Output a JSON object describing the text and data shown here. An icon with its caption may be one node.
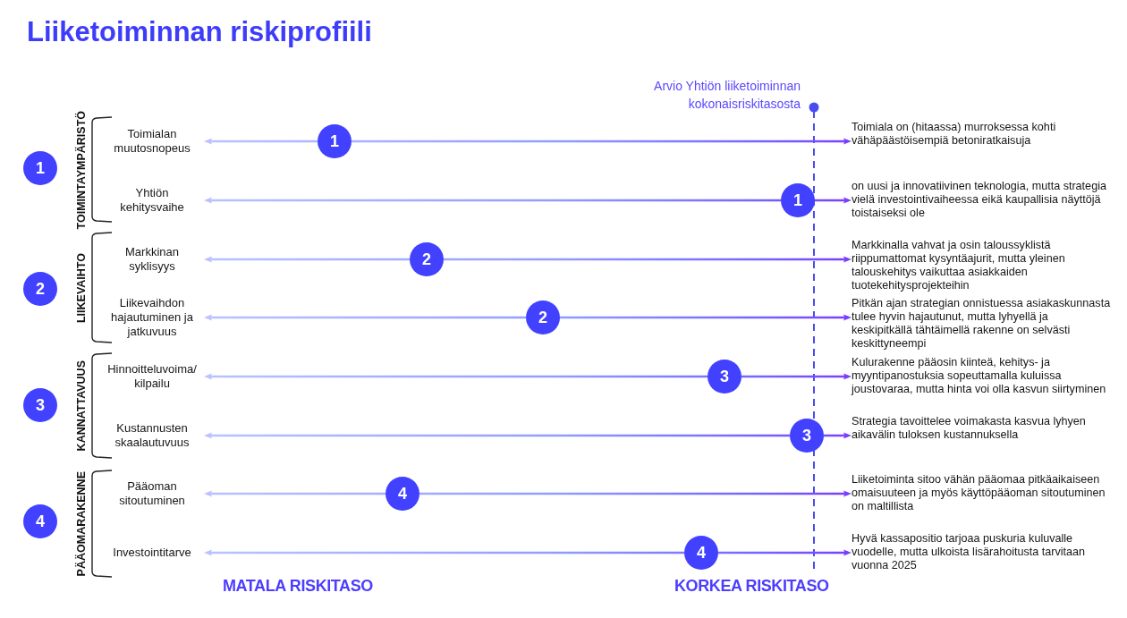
{
  "diagram": {
    "title": "Liiketoiminnan riskiprofiili",
    "nodes": [
      {
        "text": [
          "1"
        ]
      },
      {
        "text": [
          "TOIMINTAYMPÄRISTÖ"
        ]
      },
      {
        "text": [
          "Toimialan muutosnopeus"
        ],
        "in": 1
      },
      {
        "text": [
          "1"
        ]
      },
      {
        "text": [
          "Toimiala on (hitaassa) murroksessa kohti vähäpäästöisempiä betoniratkaisuja"
        ]
      },
      {
        "text": [
          "Yhtiön kehitysvaihe"
        ],
        "in": 1
      },
      {
        "text": [
          "1"
        ]
      },
      {
        "text": [
          "on uusi ja innovatiivinen teknologia, mutta strategia vielä investointivaiheessa eikä kaupallisia näyttöjä toistaiseksi ole"
        ]
      },
      {
        "text": [
          "2"
        ]
      },
      {
        "text": [
          "LIIKEVAIHTO"
        ]
      },
      {
        "text": [
          "Markkinan syklisyys"
        ],
        "in": 9
      },
      {
        "text": [
          "2"
        ]
      },
      {
        "text": [
          "Markkinalla vahvat ja osin taloussyklistä riippumattomat kysyntäajurit, mutta yleinen talouskehitys vaikuttaa asiakkaiden tuotekehitysprojekteihin"
        ]
      },
      {
        "text": [
          "Liikevaihdon hajautuminen ja jatkuvuus"
        ],
        "in": 9
      },
      {
        "text": [
          "2"
        ]
      },
      {
        "text": [
          "Pitkän ajan strategian onnistuessa asiakaskunnasta tulee hyvin hajautunut, mutta lyhyellä ja keskipitkällä tähtäimellä rakenne on selvästi keskittyneempi"
        ]
      },
      {
        "text": [
          "3"
        ]
      },
      {
        "text": [
          "KANNATTAVUUS"
        ]
      },
      {
        "text": [
          "Hinnoitteluvoima/ kilpailu"
        ],
        "in": 17
      },
      {
        "text": [
          "3"
        ]
      },
      {
        "text": [
          "Kulurakenne pääosin kiinteä, kehitys- ja myyntipanostuksia sopeuttamalla kuluissa joustovaraa, mutta hinta voi olla kasvun siirtyminen"
        ]
      },
      {
        "text": [
          "Kustannusten skaalautuvuus"
        ],
        "in": 17
      },
      {
        "text": [
          "3"
        ]
      },
      {
        "text": [
          "Strategia tavoittelee voimakasta kasvua lyhyen aikavälin tuloksen kustannuksella"
        ]
      },
      {
        "text": [
          "4"
        ]
      },
      {
        "text": [
          "PÄÄOMARAKENNE"
        ]
      },
      {
        "text": [
          "Pääoman sitoutuminen"
        ],
        "in": 25
      },
      {
        "text": [
          "4"
        ]
      },
      {
        "text": [
          "Liiketoiminta sitoo vähän pääomaa pitkäaikaiseen omaisuuteen ja myös käyttöpääoman sitoutuminen on maltillista"
        ]
      },
      {
        "text": [
          "Investointitarve"
        ],
        "in": 25
      },
      {
        "text": [
          "4"
        ]
      },
      {
        "text": [
          "Hyvä kassapositio tarjoaa puskuria kuluvalle vuodelle, mutta ulkoista lisärahoitusta tarvitaan vuonna 2025"
        ]
      }
    ],
    "edges": [
      {
        "from": 3,
        "to": 2,
        "arrow": "to"
      },
      {
        "from": 3,
        "to": 4,
        "arrow": "to"
      },
      {
        "from": 6,
        "to": 5,
        "arrow": "to"
      },
      {
        "from": 6,
        "to": 7,
        "arrow": "to"
      },
      {
        "from": 11,
        "to": 10,
        "arrow": "to"
      },
      {
        "from": 11,
        "to": 12,
        "arrow": "to"
      },
      {
        "from": 14,
        "to": 13,
        "arrow": "to"
      },
      {
        "from": 14,
        "to": 15,
        "arrow": "to"
      },
      {
        "from": 19,
        "to": 18,
        "arrow": "to"
      },
      {
        "from": 19,
        "to": 20,
        "arrow": "to"
      },
      {
        "from": 22,
        "to": 21,
        "arrow": "to"
      },
      {
        "from": 22,
        "to": 23,
        "arrow": "to"
      },
      {
        "from": 27,
        "to": 26,
        "arrow": "to"
      },
      {
        "from": 27,
        "to": 28,
        "arrow": "to"
      },
      {
        "from": 30,
        "to": 29,
        "arrow": "to"
      },
      {
        "from": 30,
        "to": 31,
        "arrow": "to"
      }
    ],
    "labels": [
      "Arvio Yhtiön liiketoiminnan kokonaisriskitasosta",
      "MATALA RISKITASO",
      "KORKEA RISKITASO"
    ]
  }
}
